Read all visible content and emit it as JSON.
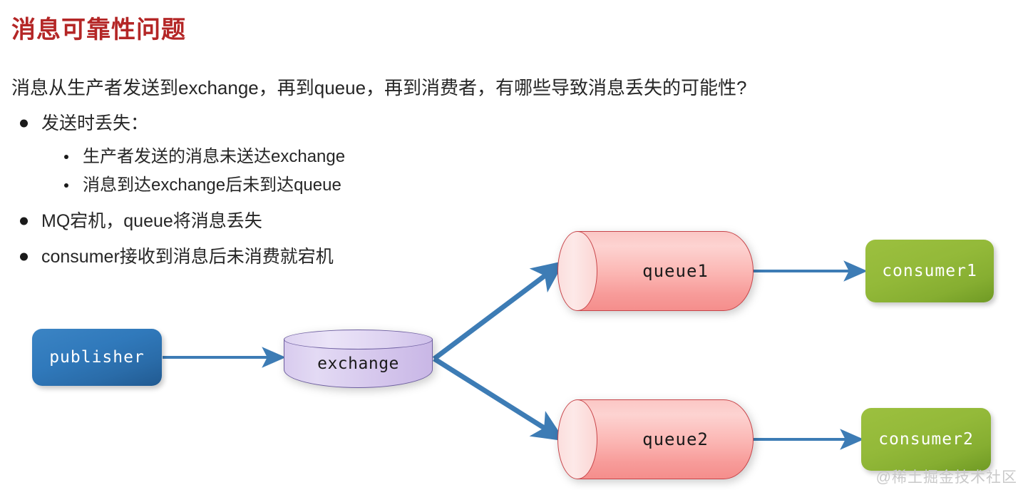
{
  "slide": {
    "title": "消息可靠性问题",
    "title_color": "#b42626",
    "question": "消息从生产者发送到exchange，再到queue，再到消费者，有哪些导致消息丢失的可能性?",
    "bullets": [
      {
        "text": "发送时丢失：",
        "sub": [
          "生产者发送的消息未送达exchange",
          "消息到达exchange后未到达queue"
        ]
      },
      {
        "text": "MQ宕机，queue将消息丢失",
        "sub": []
      },
      {
        "text": "consumer接收到消息后未消费就宕机",
        "sub": []
      }
    ]
  },
  "diagram": {
    "nodes": {
      "publisher": {
        "label": "publisher",
        "shape": "rounded-rect",
        "color": "#2f78ba"
      },
      "exchange": {
        "label": "exchange",
        "shape": "cylinder-vertical",
        "color": "#d6c8ed"
      },
      "queue1": {
        "label": "queue1",
        "shape": "cylinder-horizontal",
        "color": "#fbb4b1"
      },
      "queue2": {
        "label": "queue2",
        "shape": "cylinder-horizontal",
        "color": "#fbb4b1"
      },
      "consumer1": {
        "label": "consumer1",
        "shape": "rounded-rect",
        "color": "#8fb536"
      },
      "consumer2": {
        "label": "consumer2",
        "shape": "rounded-rect",
        "color": "#8fb536"
      }
    },
    "edges": [
      {
        "from": "publisher",
        "to": "exchange"
      },
      {
        "from": "exchange",
        "to": "queue1"
      },
      {
        "from": "exchange",
        "to": "queue2"
      },
      {
        "from": "queue1",
        "to": "consumer1"
      },
      {
        "from": "queue2",
        "to": "consumer2"
      }
    ],
    "arrow_color": "#3d7cb5"
  },
  "watermark": "@稀土掘金技术社区"
}
